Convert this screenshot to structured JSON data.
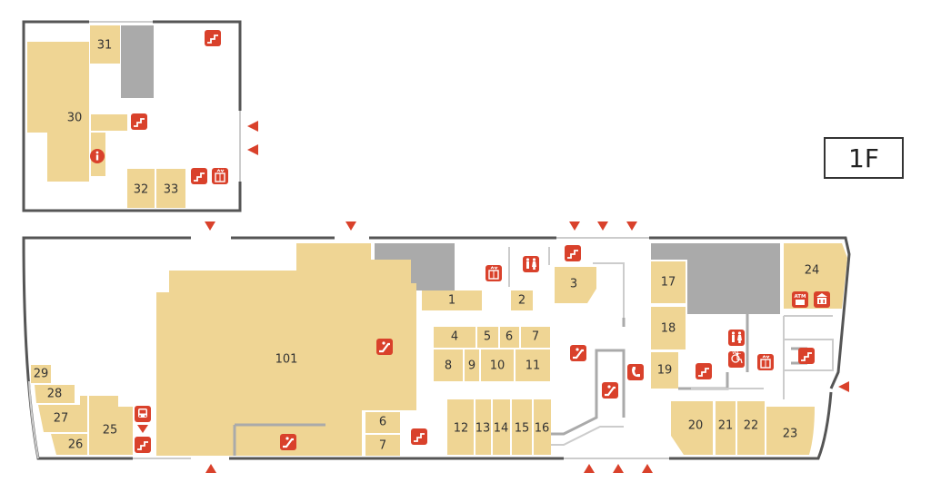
{
  "floor_label": "1F",
  "colors": {
    "shop": "#efd594",
    "service": "#aaaaaa",
    "wall": "#555555",
    "icon": "#d9412b",
    "corridor": "#cccccc"
  },
  "icons": {
    "stairs": "stairs-icon",
    "escalator": "escalator-icon",
    "elevator": "elevator-icon",
    "restroom": "restroom-icon",
    "accessible": "accessible-restroom-icon",
    "phone": "phone-icon",
    "info": "information-icon",
    "atm": "atm-icon",
    "bus": "bus-icon",
    "entrance": "entrance-arrow-icon"
  },
  "shops": {
    "s1": "1",
    "s2": "2",
    "s3": "3",
    "s4": "4",
    "s5": "5",
    "s6": "6",
    "s7": "7",
    "s8": "8",
    "s9": "9",
    "s10": "10",
    "s11": "11",
    "s6b": "6",
    "s7b": "7",
    "s12": "12",
    "s13": "13",
    "s14": "14",
    "s15": "15",
    "s16": "16",
    "s17": "17",
    "s18": "18",
    "s19": "19",
    "s20": "20",
    "s21": "21",
    "s22": "22",
    "s23": "23",
    "s24": "24",
    "s25": "25",
    "s26": "26",
    "s27": "27",
    "s28": "28",
    "s29": "29",
    "s30": "30",
    "s31": "31",
    "s32": "32",
    "s33": "33",
    "s101": "101"
  },
  "atm_text": "ATM",
  "wc_text": "WC"
}
